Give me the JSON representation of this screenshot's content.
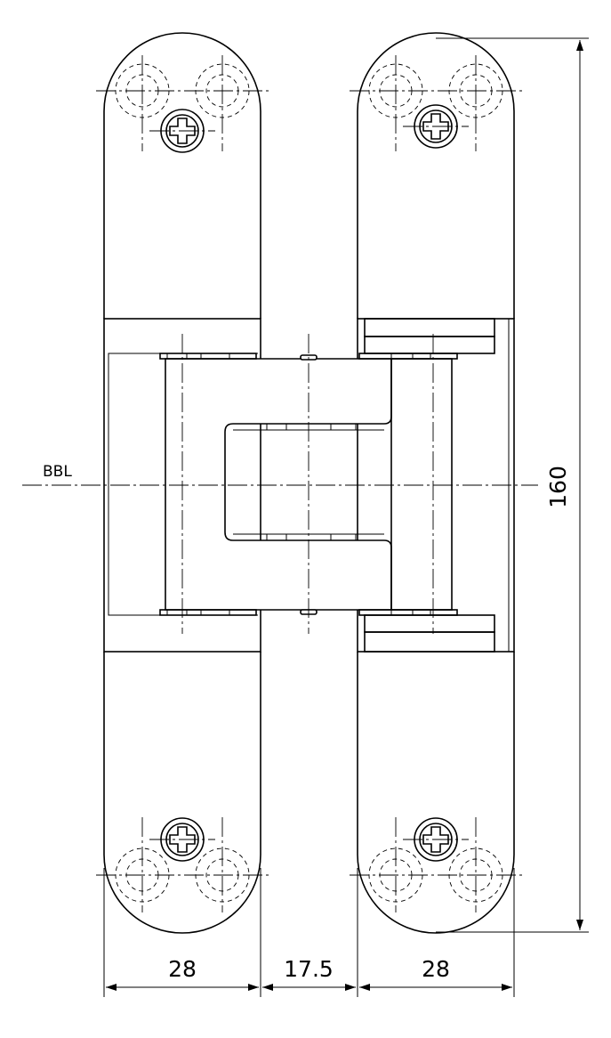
{
  "reference_line_label": "BBL",
  "dimensions": {
    "overall_height": "160",
    "left_leaf_width": "28",
    "gap_width": "17.5",
    "right_leaf_width": "28"
  }
}
